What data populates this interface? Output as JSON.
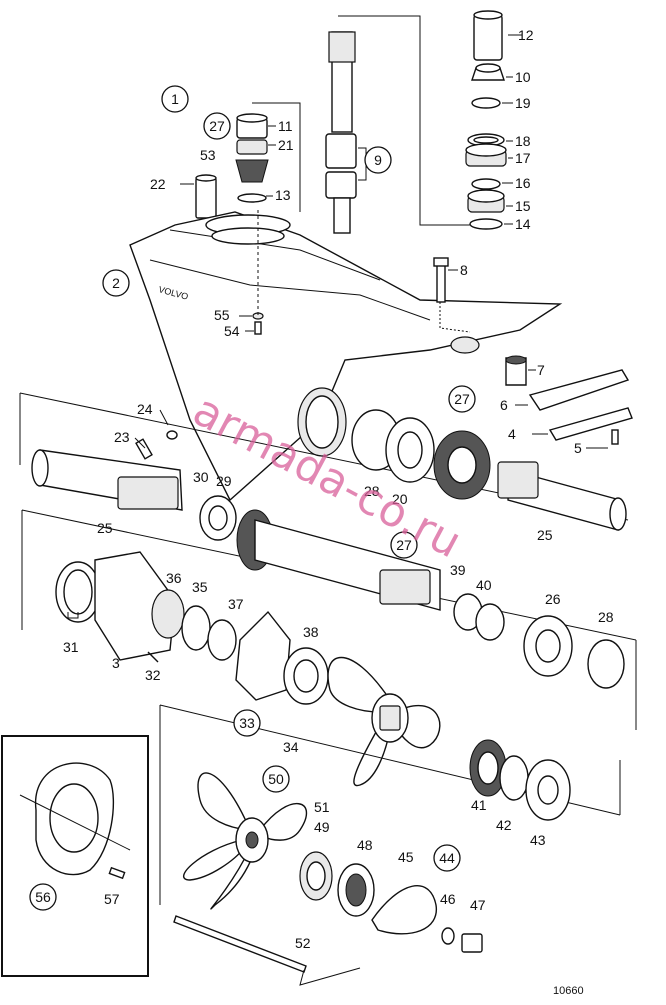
{
  "drawing_id": "10660",
  "watermark": "armada-co.ru",
  "colors": {
    "watermark": "#d9609a",
    "ink": "#111111"
  },
  "callouts": [
    "12",
    "10",
    "19",
    "18",
    "17",
    "16",
    "15",
    "14",
    "9",
    "11",
    "21",
    "13",
    "22",
    "53",
    "27",
    "1",
    "2",
    "8",
    "55",
    "54",
    "7",
    "6",
    "4",
    "5",
    "27",
    "24",
    "23",
    "28",
    "20",
    "25",
    "25",
    "30",
    "29",
    "27",
    "39",
    "40",
    "26",
    "28",
    "31",
    "36",
    "35",
    "37",
    "3",
    "32",
    "38",
    "33",
    "34",
    "41",
    "42",
    "43",
    "50",
    "51",
    "49",
    "48",
    "45",
    "44",
    "46",
    "47",
    "52",
    "56",
    "57"
  ],
  "circled": [
    "1",
    "2",
    "9",
    "27",
    "27",
    "27",
    "33",
    "50",
    "44",
    "56"
  ]
}
